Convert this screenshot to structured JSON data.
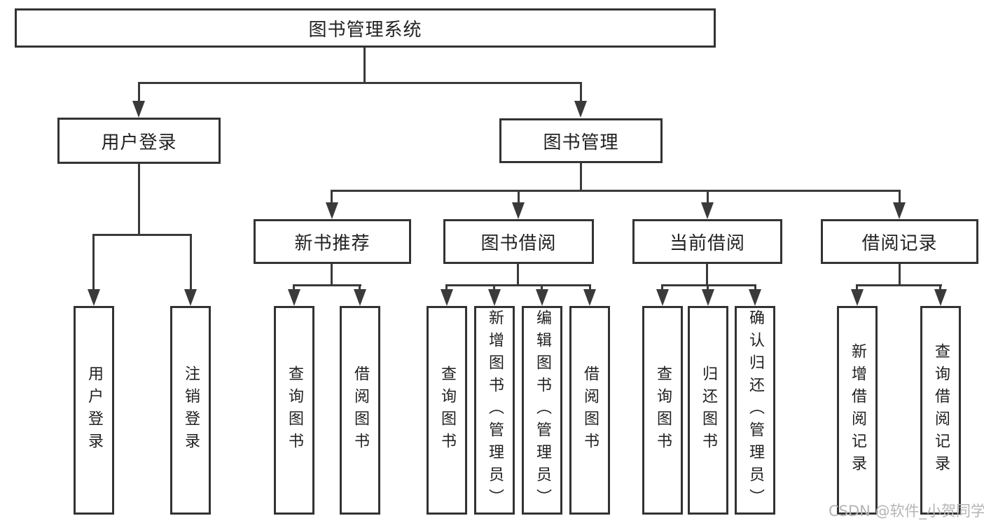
{
  "tree": {
    "root": {
      "label": "图书管理系统"
    },
    "branches": [
      {
        "label": "用户登录",
        "children": [
          {
            "label": "用户登录"
          },
          {
            "label": "注销登录"
          }
        ]
      },
      {
        "label": "图书管理",
        "sections": [
          {
            "label": "新书推荐",
            "children": [
              {
                "label": "查询图书"
              },
              {
                "label": "借阅图书"
              }
            ]
          },
          {
            "label": "图书借阅",
            "children": [
              {
                "label": "查询图书"
              },
              {
                "label": "新增图书（管理员）"
              },
              {
                "label": "编辑图书（管理员）"
              },
              {
                "label": "借阅图书"
              }
            ]
          },
          {
            "label": "当前借阅",
            "children": [
              {
                "label": "查询图书"
              },
              {
                "label": "归还图书"
              },
              {
                "label": "确认归还（管理员）"
              }
            ]
          },
          {
            "label": "借阅记录",
            "children": [
              {
                "label": "新增借阅记录"
              },
              {
                "label": "查询借阅记录"
              }
            ]
          }
        ]
      }
    ]
  },
  "watermark": {
    "text": "CSDN @软件_小贺同学"
  },
  "colors": {
    "box_border": "#333333",
    "connector": "#3a3a3a",
    "text": "#212121",
    "watermark": "#b4b4b4",
    "background": "#ffffff"
  }
}
